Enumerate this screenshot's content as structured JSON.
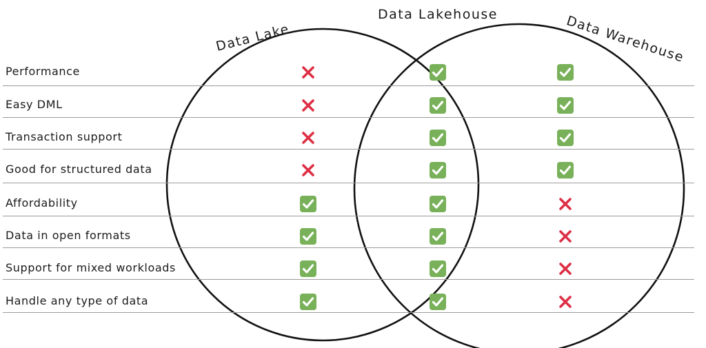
{
  "columns": {
    "lake": "Data Lake",
    "lakehouse": "Data Lakehouse",
    "warehouse": "Data Warehouse"
  },
  "rows": [
    {
      "label": "Performance",
      "lake": "cross",
      "lakehouse": "check",
      "warehouse": "check"
    },
    {
      "label": "Easy DML",
      "lake": "cross",
      "lakehouse": "check",
      "warehouse": "check"
    },
    {
      "label": "Transaction support",
      "lake": "cross",
      "lakehouse": "check",
      "warehouse": "check"
    },
    {
      "label": "Good for structured data",
      "lake": "cross",
      "lakehouse": "check",
      "warehouse": "check"
    },
    {
      "label": "Affordability",
      "lake": "check",
      "lakehouse": "check",
      "warehouse": "cross"
    },
    {
      "label": "Data in open formats",
      "lake": "check",
      "lakehouse": "check",
      "warehouse": "cross"
    },
    {
      "label": "Support for mixed workloads",
      "lake": "check",
      "lakehouse": "check",
      "warehouse": "cross"
    },
    {
      "label": "Handle any type of data",
      "lake": "check",
      "lakehouse": "check",
      "warehouse": "cross"
    }
  ],
  "colors": {
    "check": "#78b159",
    "cross": "#dd2e44",
    "circle": "#111111",
    "line": "#9a9a9a"
  },
  "icons": {
    "check": "check-mark-button-icon",
    "cross": "cross-mark-icon"
  }
}
